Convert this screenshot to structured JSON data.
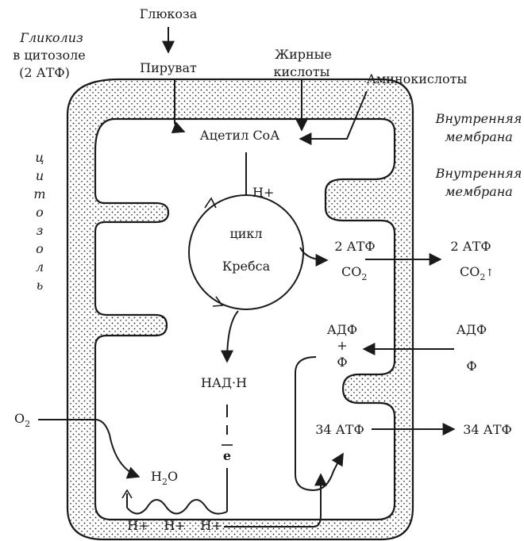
{
  "labels": {
    "glucose": "Глюкоза",
    "glycolysis_1": "Гликолиз",
    "glycolysis_2": "в цитозоле",
    "glycolysis_3": "(2 АТФ)",
    "pyruvate": "Пируват",
    "fatty_1": "Жирные",
    "fatty_2": "кислоты",
    "amino": "Аминокислоты",
    "acetyl": "Ацетил СоА",
    "hplus_top": "H+",
    "inner_membrane_1a": "Внутренняя",
    "inner_membrane_1b": "мембрана",
    "inner_membrane_2a": "Внутренняя",
    "inner_membrane_2b": "мембрана",
    "cytosol": [
      "ц",
      "и",
      "т",
      "о",
      "з",
      "о",
      "л",
      "ь"
    ],
    "krebs_1": "цикл",
    "krebs_2": "Кребса",
    "atp2_in": "2 АТФ",
    "co2_in": "CO",
    "co2_in_sub": "2",
    "atp2_out": "2 АТФ",
    "co2_out": "CO",
    "co2_out_sub": "2",
    "co2_out_up": "↑",
    "adf_in": "АДФ",
    "plus": "+",
    "f_in": "Ф",
    "adf_out": "АДФ",
    "f_out": "Ф",
    "nadh": "НАД·Н",
    "electron": "e",
    "o2": "O",
    "o2_sub": "2",
    "h2o_h": "H",
    "h2o_sub": "2",
    "h2o_o": "O",
    "atp34_in": "34 АТФ",
    "atp34_out": "34 АТФ",
    "hplus_b1": "H+",
    "hplus_b2": "H+",
    "hplus_b3": "H+"
  }
}
